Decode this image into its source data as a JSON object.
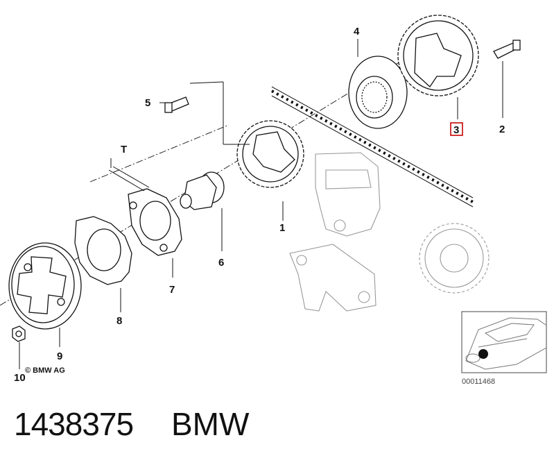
{
  "callouts": {
    "p1": "1",
    "p2": "2",
    "p3": "3",
    "p4": "4",
    "p5": "5",
    "p6": "6",
    "p7": "7",
    "p8": "8",
    "p9": "9",
    "p10": "10",
    "t": "T"
  },
  "copyright": "© BMW AG",
  "thumbnail_ref": "00011468",
  "footer": {
    "part_number": "1438375",
    "brand": "BMW"
  },
  "colors": {
    "highlight": "#cc1f1f",
    "line": "#111111",
    "ghost": "#999999"
  }
}
